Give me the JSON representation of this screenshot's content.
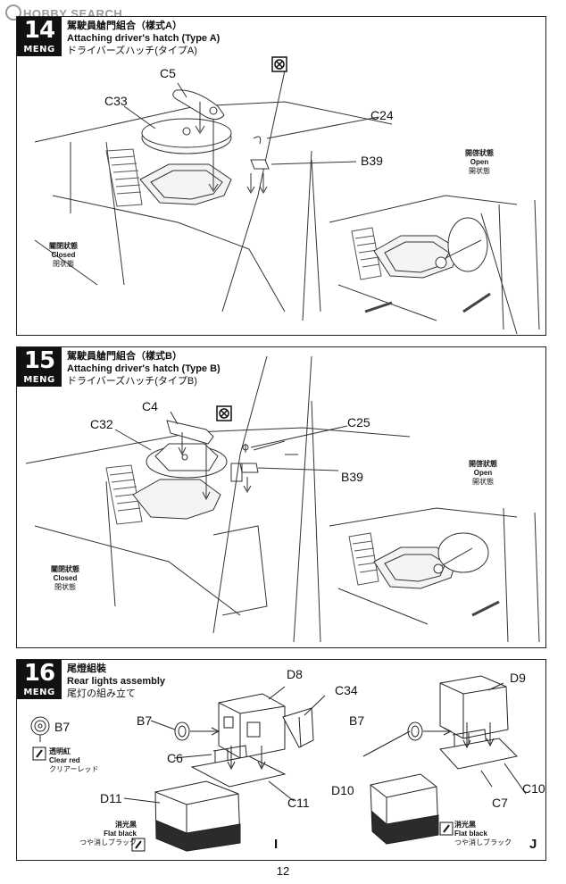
{
  "watermark": "HOBBY SEARCH",
  "steps": [
    {
      "number": "14",
      "brand": "MENG",
      "title_zh": "駕駛員艙門組合（樣式A）",
      "title_en": "Attaching driver's hatch (Type A)",
      "title_ja": "ドライバーズハッチ(タイプA)",
      "parts": [
        "C5",
        "C33",
        "C24",
        "B39"
      ],
      "open_state": {
        "zh": "開啓狀態",
        "en": "Open",
        "ja": "開状態"
      },
      "closed_state": {
        "zh": "關閉狀態",
        "en": "Closed",
        "ja": "閉状態"
      }
    },
    {
      "number": "15",
      "brand": "MENG",
      "title_zh": "駕駛員艙門組合（樣式B）",
      "title_en": "Attaching driver's hatch (Type B)",
      "title_ja": "ドライバーズハッチ(タイプB)",
      "parts": [
        "C4",
        "C32",
        "C25",
        "B39"
      ],
      "open_state": {
        "zh": "開啓狀態",
        "en": "Open",
        "ja": "開状態"
      },
      "closed_state": {
        "zh": "關閉狀態",
        "en": "Closed",
        "ja": "閉状態"
      }
    },
    {
      "number": "16",
      "brand": "MENG",
      "title_zh": "尾燈組裝",
      "title_en": "Rear lights assembly",
      "title_ja": "尾灯の組み立て",
      "parts_left": [
        "D8",
        "C34",
        "B7",
        "C6",
        "D11",
        "C11"
      ],
      "parts_right": [
        "D9",
        "B7",
        "C7",
        "D10",
        "C10"
      ],
      "side_part": "B7",
      "paint_red": {
        "zh": "透明紅",
        "en": "Clear red",
        "ja": "クリアーレッド"
      },
      "paint_black_left": {
        "zh": "消光黑",
        "en": "Flat black",
        "ja": "つや消しブラック"
      },
      "paint_black_right": {
        "zh": "消光黑",
        "en": "Flat black",
        "ja": "つや消しブラック"
      },
      "variant_left": "I",
      "variant_right": "J"
    }
  ],
  "page_number": "12",
  "icons": [
    "no-glue-icon",
    "paint-brush-icon"
  ]
}
